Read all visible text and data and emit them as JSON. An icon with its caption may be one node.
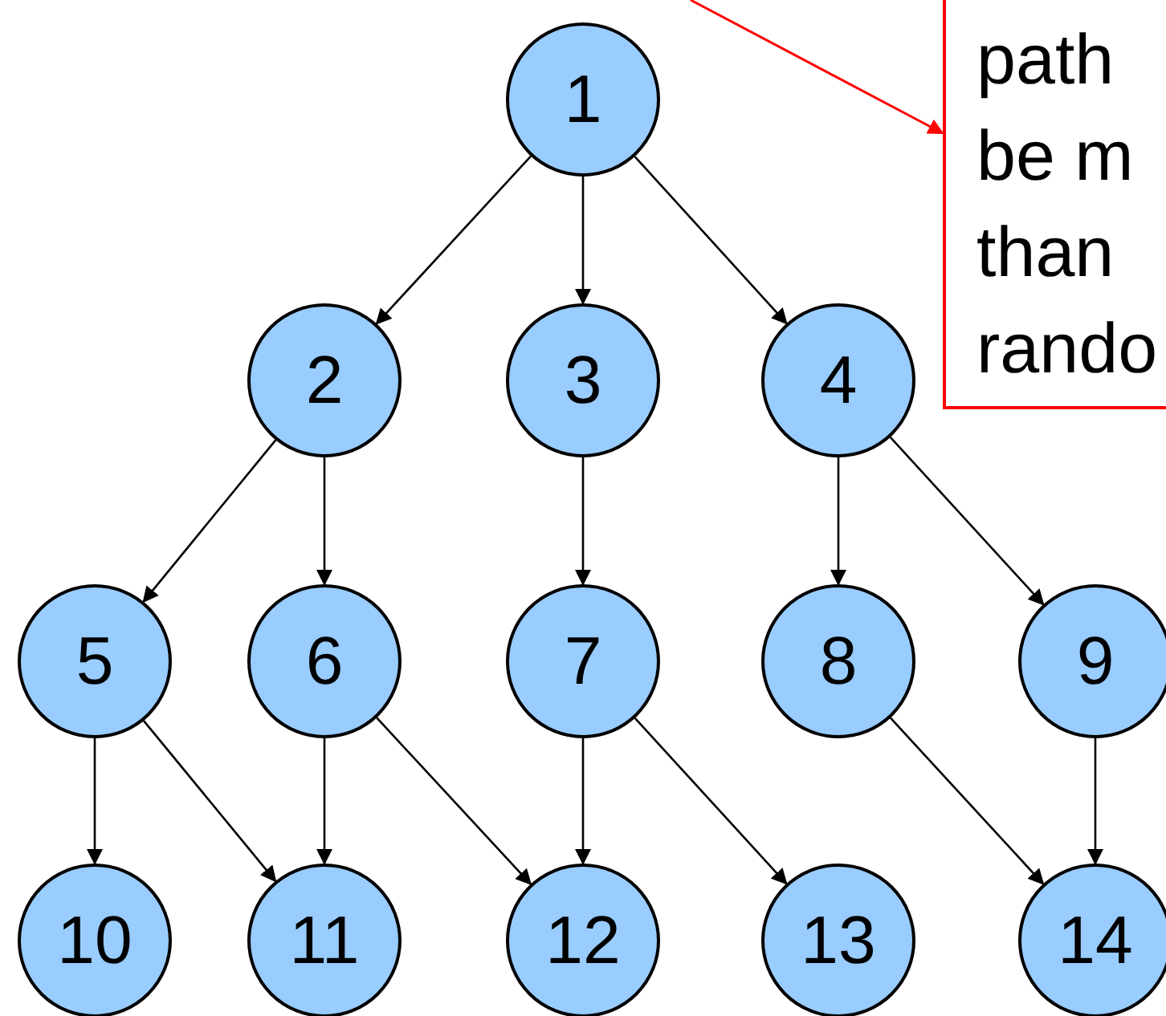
{
  "diagram": {
    "nodes": [
      {
        "text": [
          "1"
        ]
      },
      {
        "text": [
          "2"
        ]
      },
      {
        "text": [
          "3"
        ]
      },
      {
        "text": [
          "4"
        ]
      },
      {
        "text": [
          "5"
        ]
      },
      {
        "text": [
          "6"
        ]
      },
      {
        "text": [
          "7"
        ]
      },
      {
        "text": [
          "8"
        ]
      },
      {
        "text": [
          "9"
        ]
      },
      {
        "text": [
          "10"
        ]
      },
      {
        "text": [
          "11"
        ]
      },
      {
        "text": [
          "12"
        ]
      },
      {
        "text": [
          "13"
        ]
      },
      {
        "text": [
          "14"
        ]
      },
      {
        "text": [
          "path be m than rando"
        ]
      }
    ],
    "edges": [
      {
        "from": 0,
        "to": 1,
        "arrow": "to"
      },
      {
        "from": 0,
        "to": 2,
        "arrow": "to"
      },
      {
        "from": 0,
        "to": 3,
        "arrow": "to"
      },
      {
        "from": 1,
        "to": 4,
        "arrow": "to"
      },
      {
        "from": 1,
        "to": 5,
        "arrow": "to"
      },
      {
        "from": 2,
        "to": 6,
        "arrow": "to"
      },
      {
        "from": 3,
        "to": 7,
        "arrow": "to"
      },
      {
        "from": 3,
        "to": 8,
        "arrow": "to"
      },
      {
        "from": 4,
        "to": 9,
        "arrow": "to"
      },
      {
        "from": 4,
        "to": 10,
        "arrow": "to"
      },
      {
        "from": 5,
        "to": 10,
        "arrow": "to"
      },
      {
        "from": 5,
        "to": 11,
        "arrow": "to"
      },
      {
        "from": 6,
        "to": 11,
        "arrow": "to"
      },
      {
        "from": 6,
        "to": 12,
        "arrow": "to"
      },
      {
        "from": 7,
        "to": 13,
        "arrow": "to"
      },
      {
        "from": 8,
        "to": 13,
        "arrow": "to"
      },
      {
        "from": null,
        "to": 14,
        "arrow": "to",
        "color": "#ff0000"
      }
    ]
  }
}
